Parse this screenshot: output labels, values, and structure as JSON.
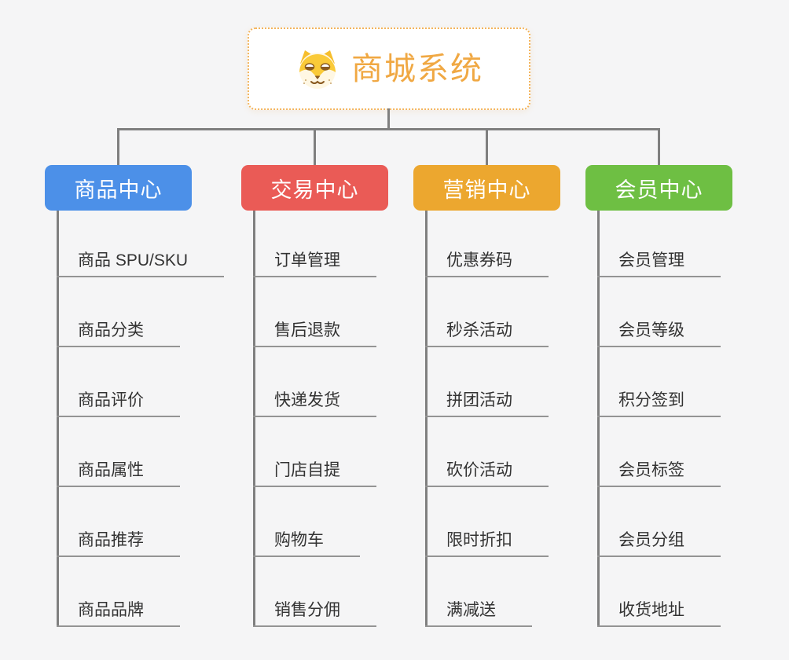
{
  "background_color": "#F5F5F6",
  "connector_color": "#7F7F7F",
  "underline_color": "#949494",
  "item_text_color": "#333333",
  "root": {
    "label": "商城系统",
    "icon": "shiba-dog-icon",
    "text_color": "#F0A843",
    "border_color": "#F3B45C"
  },
  "branches": [
    {
      "label": "商品中心",
      "color": "#4C90E8",
      "children": [
        "商品 SPU/SKU",
        "商品分类",
        "商品评价",
        "商品属性",
        "商品推荐",
        "商品品牌"
      ]
    },
    {
      "label": "交易中心",
      "color": "#EA5B56",
      "children": [
        "订单管理",
        "售后退款",
        "快递发货",
        "门店自提",
        "购物车",
        "销售分佣"
      ]
    },
    {
      "label": "营销中心",
      "color": "#ECA72F",
      "children": [
        "优惠券码",
        "秒杀活动",
        "拼团活动",
        "砍价活动",
        "限时折扣",
        "满减送"
      ]
    },
    {
      "label": "会员中心",
      "color": "#6EBF43",
      "children": [
        "会员管理",
        "会员等级",
        "积分签到",
        "会员标签",
        "会员分组",
        "收货地址"
      ]
    }
  ]
}
